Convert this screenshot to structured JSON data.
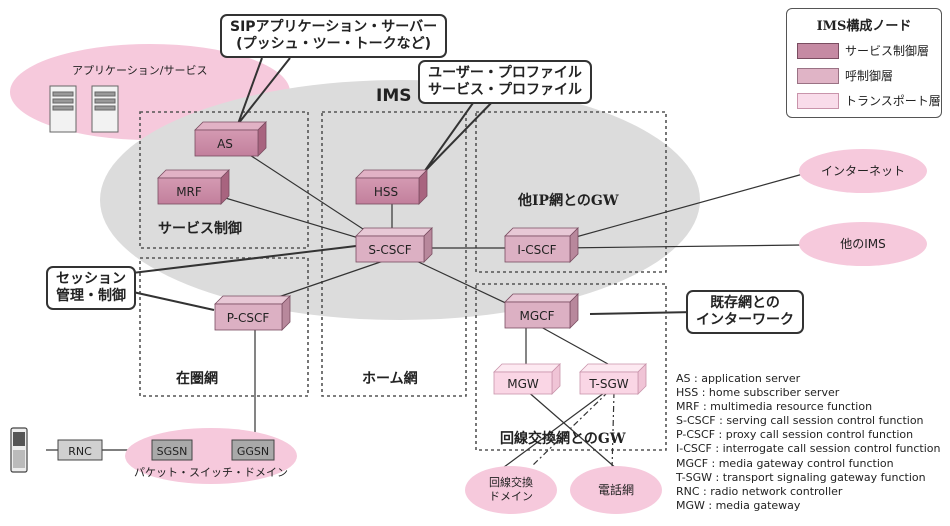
{
  "title": "IMS",
  "zones": {
    "app_services": "アプリケーション/サービス",
    "service_control": "サービス制御",
    "visited_network": "在圏網",
    "home_network": "ホーム網",
    "other_ip_gw": "他IP網とのGW",
    "cs_gw": "回線交換網とのGW"
  },
  "callouts": {
    "sip_as_line1": "SIPアプリケーション・サーバー",
    "sip_as_line2": "(プッシュ・ツー・トークなど)",
    "profile_line1": "ユーザー・プロファイル",
    "profile_line2": "サービス・プロファイル",
    "session_line1": "セッション",
    "session_line2": "管理・制御",
    "interwork_line1": "既存網との",
    "interwork_line2": "インターワーク"
  },
  "nodes": {
    "as": "AS",
    "mrf": "MRF",
    "hss": "HSS",
    "scscf": "S-CSCF",
    "icscf": "I-CSCF",
    "pcscf": "P-CSCF",
    "mgcf": "MGCF",
    "mgw": "MGW",
    "tsgw": "T-SGW",
    "rnc": "RNC",
    "sgsn": "SGSN",
    "ggsn": "GGSN"
  },
  "external": {
    "internet": "インターネット",
    "other_ims": "他のIMS",
    "packet_domain": "パケット・スイッチ・ドメイン",
    "cs_domain_line1": "回線交換",
    "cs_domain_line2": "ドメイン",
    "phone_network": "電話網"
  },
  "legend": {
    "title": "IMS構成ノード",
    "items": [
      {
        "label": "サービス制御層",
        "color": "#c58aa3"
      },
      {
        "label": "呼制御層",
        "color": "#e0b4c6"
      },
      {
        "label": "トランスポート層",
        "color": "#f9dcea"
      }
    ]
  },
  "abbreviations": [
    "AS : application server",
    "HSS : home subscriber server",
    "MRF : multimedia resource function",
    "S-CSCF : serving call session control function",
    "P-CSCF : proxy call session control function",
    "I-CSCF : interrogate call session control function",
    "MGCF : media gateway control function",
    "T-SGW : transport signaling gateway function",
    "RNC : radio network controller",
    "MGW : media gateway"
  ]
}
